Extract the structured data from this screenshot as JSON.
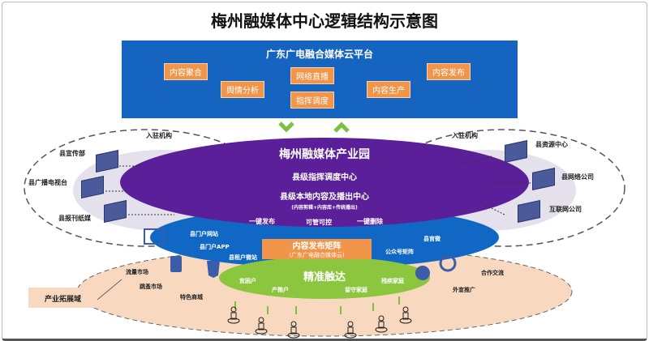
{
  "title": "梅州融媒体中心逻辑结构示意图",
  "cloud": {
    "title": "广东广电融合媒体云平台",
    "items": [
      "内容聚合",
      "舆情分析",
      "网络直播",
      "指挥调度",
      "内容生产",
      "内容发布"
    ]
  },
  "left_org": {
    "title": "入驻机构",
    "items": [
      "县宣传部",
      "县广播电视台",
      "县报刊纸媒"
    ]
  },
  "right_org": {
    "title": "入驻机构",
    "items": [
      "县资源中心",
      "县网络公司",
      "互联网公司"
    ]
  },
  "park": {
    "title": "梅州融媒体产业园",
    "line1": "县级指挥调度中心",
    "line2": "县级本地内容及播出中心",
    "line3": "(内容剪辑+内容库+传统播出)",
    "actions": [
      "一键发布",
      "可管可控",
      "一键删除"
    ]
  },
  "matrix": {
    "title": "内容发布矩阵",
    "subtitle": "(广东广电融合媒体云)",
    "left": [
      "县门户网站",
      "县门户APP",
      "县租户微站"
    ],
    "right": [
      "县官微",
      "公众号矩阵"
    ]
  },
  "reach": {
    "title": "精准触达",
    "items": [
      "贫困户",
      "产粮户",
      "留守家庭",
      "残疾家庭"
    ]
  },
  "industry": {
    "label": "产业拓展域",
    "left": [
      "流量市场",
      "跳蚤市场",
      "特色商城"
    ],
    "right": [
      "合作交流",
      "外宣推广"
    ]
  },
  "colors": {
    "blue": "#1565c0",
    "purple": "#5b1f9a",
    "orange": "#f0954a",
    "green": "#8cc63f",
    "peach": "#f8d9bf"
  }
}
